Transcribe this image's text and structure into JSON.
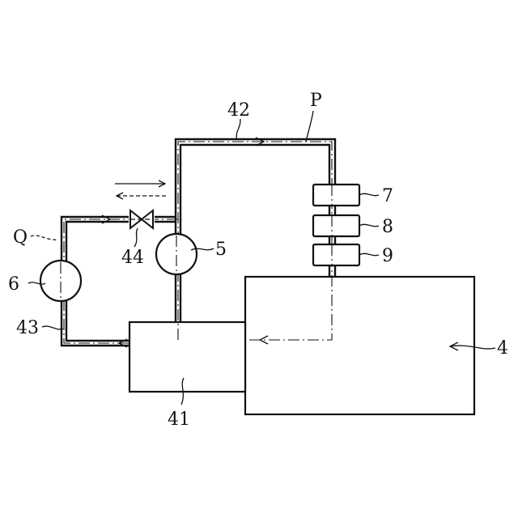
{
  "figure": {
    "labels": {
      "engine": "4",
      "pump": "5",
      "radiator": "6",
      "sensor_top": "7",
      "sensor_mid": "8",
      "sensor_bottom": "9",
      "jacket": "41",
      "pipe_upper": "42",
      "pipe_lower": "43",
      "valve": "44",
      "flow_P": "P",
      "flow_Q": "Q"
    }
  }
}
